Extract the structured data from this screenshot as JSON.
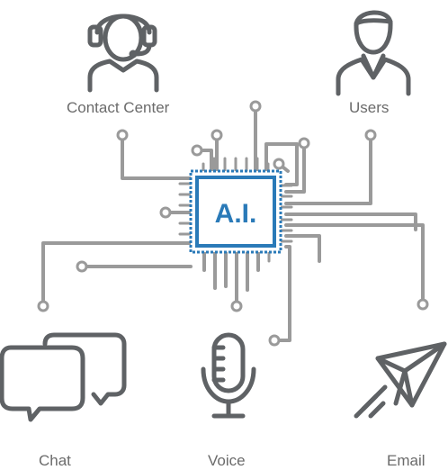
{
  "labels": {
    "contact_center": "Contact Center",
    "users": "Users",
    "chip": "A.I.",
    "chat": "Chat",
    "voice": "Voice",
    "email": "Email"
  },
  "colors": {
    "trace": "#9a9a9a",
    "icon": "#5f6265",
    "chip": "#2a7ab8",
    "label": "#6b6b6b"
  },
  "icons": [
    "headset-agent-icon",
    "user-icon",
    "chat-bubbles-icon",
    "microphone-icon",
    "paper-plane-icon"
  ]
}
